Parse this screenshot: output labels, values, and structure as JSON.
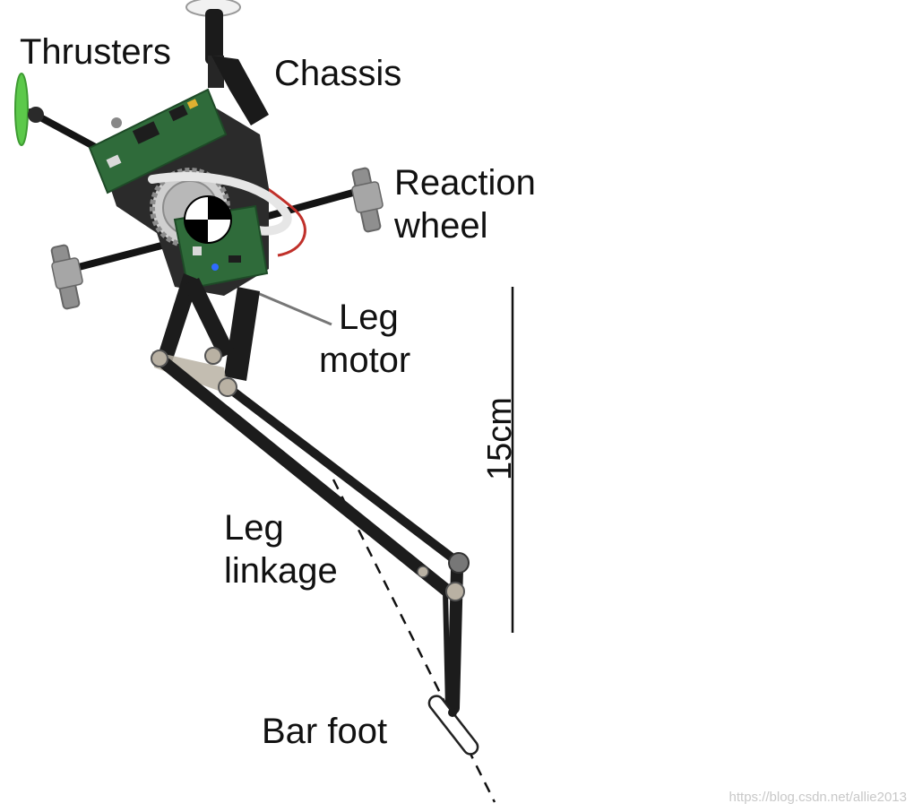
{
  "labels": {
    "thrusters": "Thrusters",
    "chassis": "Chassis",
    "reaction_wheel": [
      "Reaction",
      "wheel"
    ],
    "leg_motor": [
      "Leg",
      "motor"
    ],
    "leg_linkage": [
      "Leg",
      "linkage"
    ],
    "bar_foot": "Bar foot",
    "scale_bar": "15cm"
  },
  "watermark": "https://blog.csdn.net/allie2013",
  "colors": {
    "leg": "#1c1c1c",
    "joint": "#b9b1a3",
    "pcb": "#2f6b3a",
    "thruster_prop": "#5cc94a",
    "wheel_metal": "#8f8f8f",
    "wire_red": "#c0302a",
    "label_text": "#111111"
  }
}
